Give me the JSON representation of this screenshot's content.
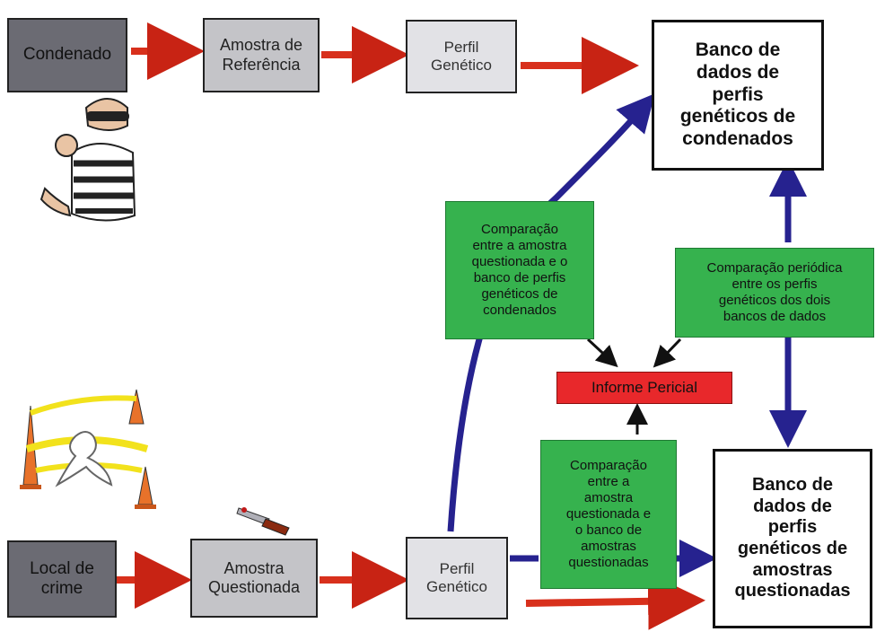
{
  "top_row": {
    "condenado": "Condenado",
    "amostra_referencia": "Amostra de\nReferência",
    "perfil_genetico": "Perfil\nGenético",
    "banco_condenados": "Banco de\ndados de\nperfis\ngenéticos de\ncondenados"
  },
  "bottom_row": {
    "local_crime": "Local de\ncrime",
    "amostra_questionada": "Amostra\nQuestionada",
    "perfil_genetico": "Perfil\nGenético",
    "banco_questionadas": "Banco de\ndados de\nperfis\ngenéticos de\namostras\nquestionadas"
  },
  "notes": {
    "comparacao_condenados": "Comparação\nentre a amostra\nquestionada e o\nbanco de perfis\ngenéticos de\ncondenados",
    "comparacao_periodica": "Comparação periódica\nentre os perfis\ngenéticos dos dois\nbancos de dados",
    "comparacao_questionadas": "Comparação\nentre a\namostra\nquestionada e\no banco de\namostras\nquestionadas"
  },
  "report": "Informe Pericial",
  "colors": {
    "red_arrow": "#d8301c",
    "blue_arrow": "#26228f",
    "green_note": "#36b24e",
    "report_red": "#e8282b"
  },
  "illustrations": [
    "prisoner-illustration",
    "crime-scene-illustration",
    "knife-illustration"
  ]
}
